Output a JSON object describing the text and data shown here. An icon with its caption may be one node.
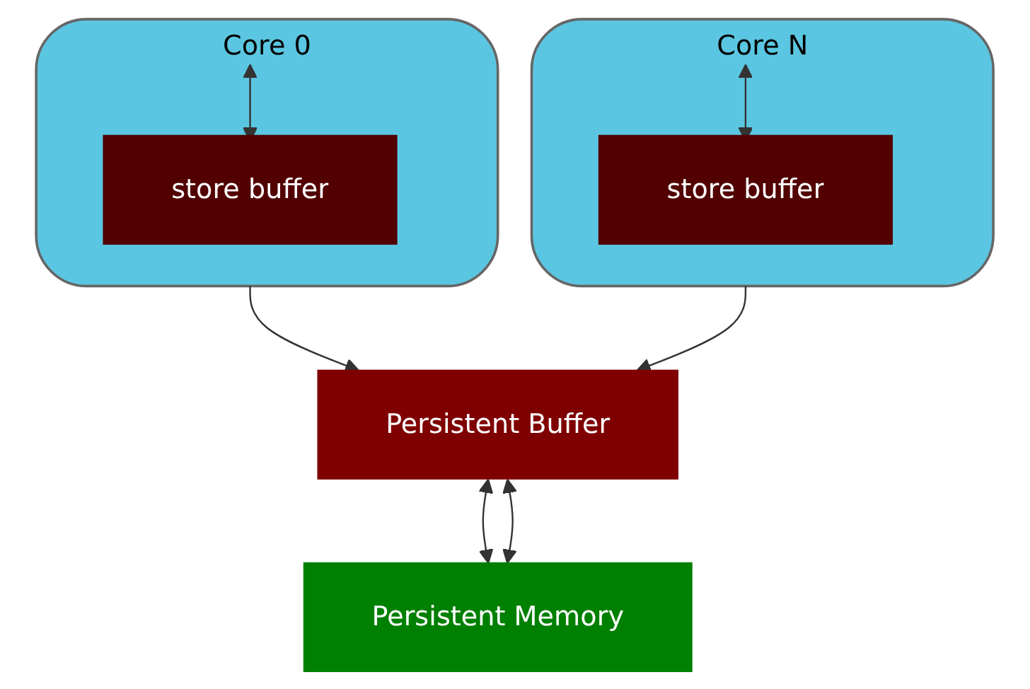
{
  "diagram": {
    "nodes": [
      {
        "text": [
          "Core 0"
        ]
      },
      {
        "text": [
          "store buffer"
        ],
        "in": 0
      },
      {
        "text": [
          "Core N"
        ]
      },
      {
        "text": [
          "store buffer"
        ],
        "in": 2
      },
      {
        "text": [
          "Persistent Buffer"
        ]
      },
      {
        "text": [
          "Persistent Memory"
        ]
      }
    ],
    "edges": [
      {
        "from": 0,
        "to": 1,
        "arrow": "both"
      },
      {
        "from": 2,
        "to": 3,
        "arrow": "both"
      },
      {
        "from": 0,
        "to": 4,
        "arrow": "to"
      },
      {
        "from": 2,
        "to": 4,
        "arrow": "to"
      },
      {
        "from": 4,
        "to": 5,
        "arrow": "both"
      },
      {
        "from": 4,
        "to": 5,
        "arrow": "both"
      }
    ]
  }
}
